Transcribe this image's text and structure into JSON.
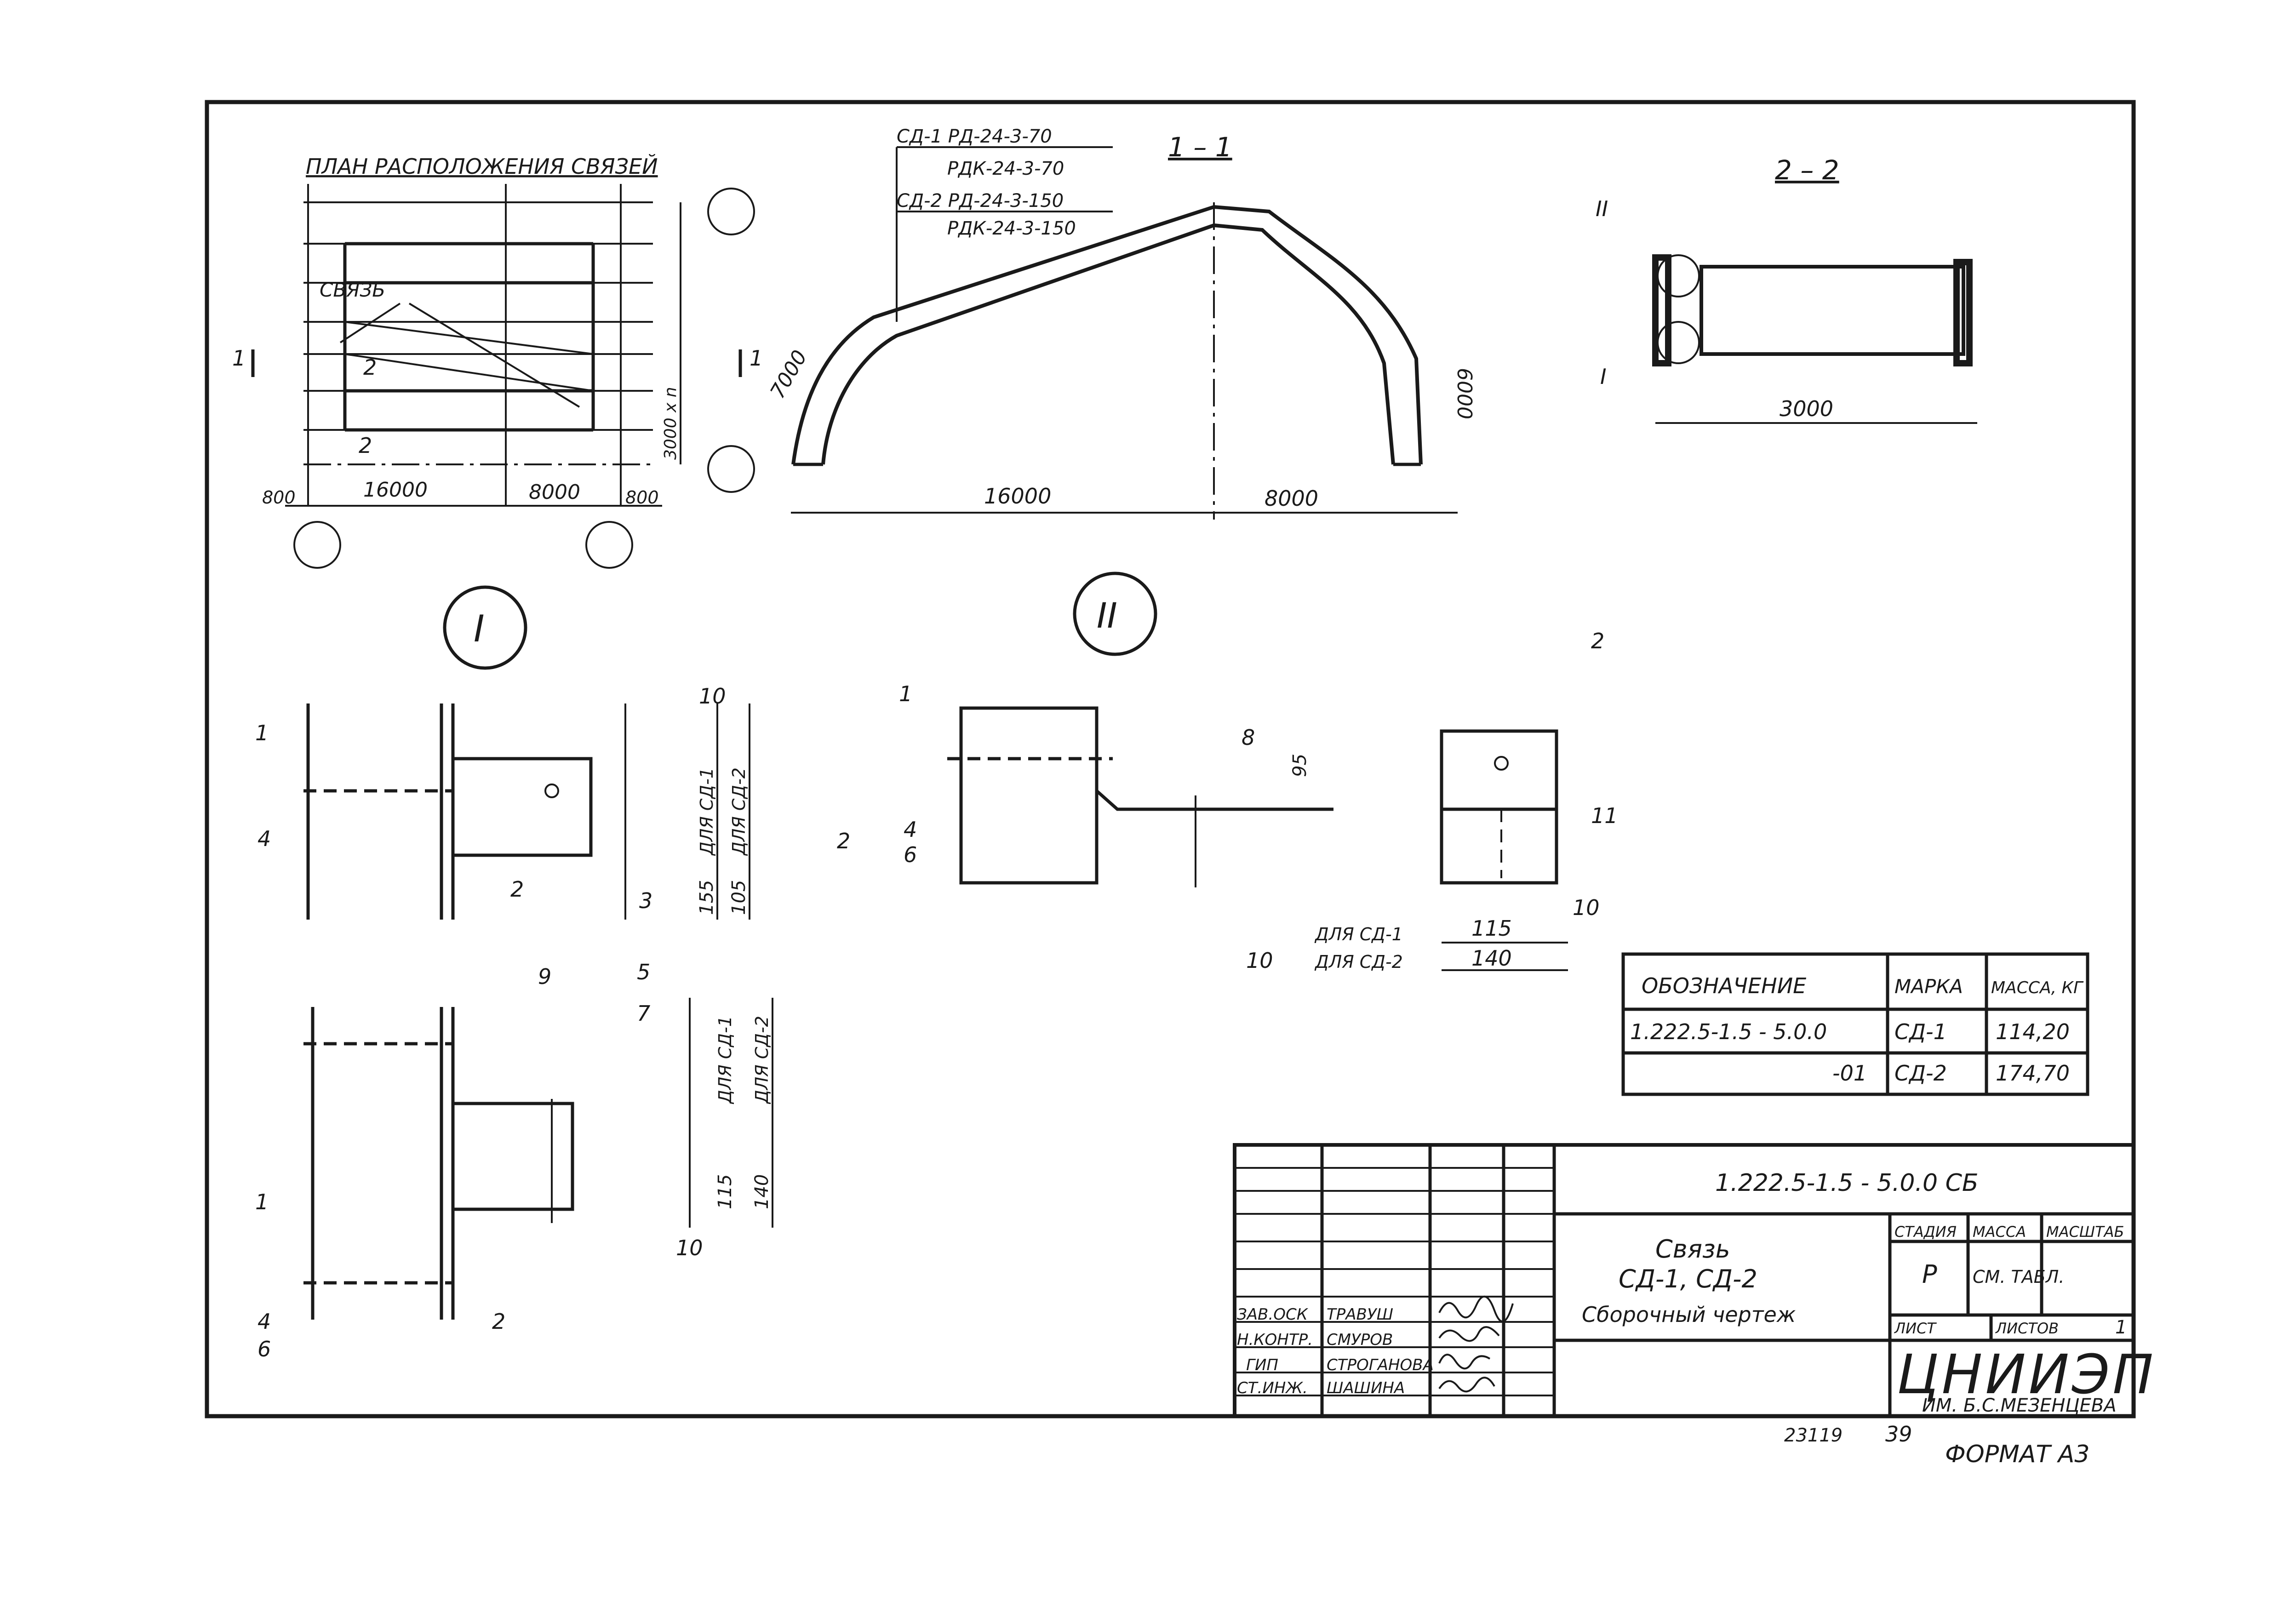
{
  "plan": {
    "title": "ПЛАН РАСПОЛОЖЕНИЯ СВЯЗЕЙ",
    "brace_label": "СВЯЗЬ",
    "dim_800_left": "800",
    "dim_16000": "16000",
    "dim_8000": "8000",
    "dim_800_right": "800",
    "dim_3000xn": "3000 x n",
    "section_1": "1",
    "section_2": "2"
  },
  "section_1_1": {
    "title": "1 – 1",
    "leader_cd1_a": "СД-1 РД-24-3-70",
    "leader_cd1_b": "РДК-24-3-70",
    "leader_cd2_a": "СД-2 РД-24-3-150",
    "leader_cd2_b": "РДК-24-3-150",
    "dim_7000": "7000",
    "dim_6000": "6000",
    "dim_16000": "16000",
    "dim_8000": "8000"
  },
  "section_2_2": {
    "title": "2 – 2",
    "node_II": "II",
    "node_I": "I",
    "dim_3000": "3000"
  },
  "node_I": {
    "callout": "I",
    "pos_1": "1",
    "pos_4": "4",
    "pos_2": "2",
    "pos_3": "3",
    "pos_10": "10",
    "dim_155": "155",
    "dim_105": "105",
    "for_cd1": "ДЛЯ СД-1",
    "for_cd2": "ДЛЯ СД-2"
  },
  "node_I_lower": {
    "pos_9": "9",
    "pos_5": "5",
    "pos_7": "7",
    "pos_1": "1",
    "pos_4": "4",
    "pos_6": "6",
    "pos_2": "2",
    "pos_10": "10",
    "dim_115": "115",
    "dim_140": "140",
    "for_cd1": "ДЛЯ СД-1",
    "for_cd2": "ДЛЯ СД-2"
  },
  "node_II": {
    "callout": "II",
    "pos_1": "1",
    "pos_2": "2",
    "pos_4": "4",
    "pos_6": "6",
    "pos_8": "8",
    "dim_95": "95",
    "pos_10": "10",
    "side_pos_2": "2",
    "side_pos_11": "11",
    "side_pos_10": "10",
    "for_cd1": "ДЛЯ СД-1",
    "for_cd2": "ДЛЯ СД-2",
    "dim_115": "115",
    "dim_140": "140"
  },
  "spec_table": {
    "headers": [
      "ОБОЗНАЧЕНИЕ",
      "МАРКА",
      "МАССА, КГ"
    ],
    "rows": [
      [
        "1.222.5-1.5 - 5.0.0",
        "СД-1",
        "114,20"
      ],
      [
        "-01",
        "СД-2",
        "174,70"
      ]
    ]
  },
  "title_block": {
    "doc_code": "1.222.5-1.5  - 5.0.0  СБ",
    "name_line1": "Связь",
    "name_line2": "СД-1, СД-2",
    "name_line3": "Сборочный чертеж",
    "col_stage": "СТАДИЯ",
    "col_mass": "МАССА",
    "col_scale": "МАСШТАБ",
    "stage": "Р",
    "mass_value": "СМ. ТАБЛ.",
    "sheet_label": "ЛИСТ",
    "sheets_label": "ЛИСТОВ",
    "sheets_count": "1",
    "org_logo": "ЦНИИЭП",
    "org_name": "ИМ. Б.С.МЕЗЕНЦЕВА",
    "signatures": [
      {
        "role": "ЗАВ.ОСК",
        "name": "ТРАВУШ"
      },
      {
        "role": "Н.КОНТР.",
        "name": "СМУРОВ"
      },
      {
        "role": "ГИП",
        "name": "СТРОГАНОВА"
      },
      {
        "role": "СТ.ИНЖ.",
        "name": "ШАШИНА"
      }
    ]
  },
  "footer": {
    "inventory": "23119",
    "page": "39",
    "format": "ФОРМАТ А3"
  }
}
